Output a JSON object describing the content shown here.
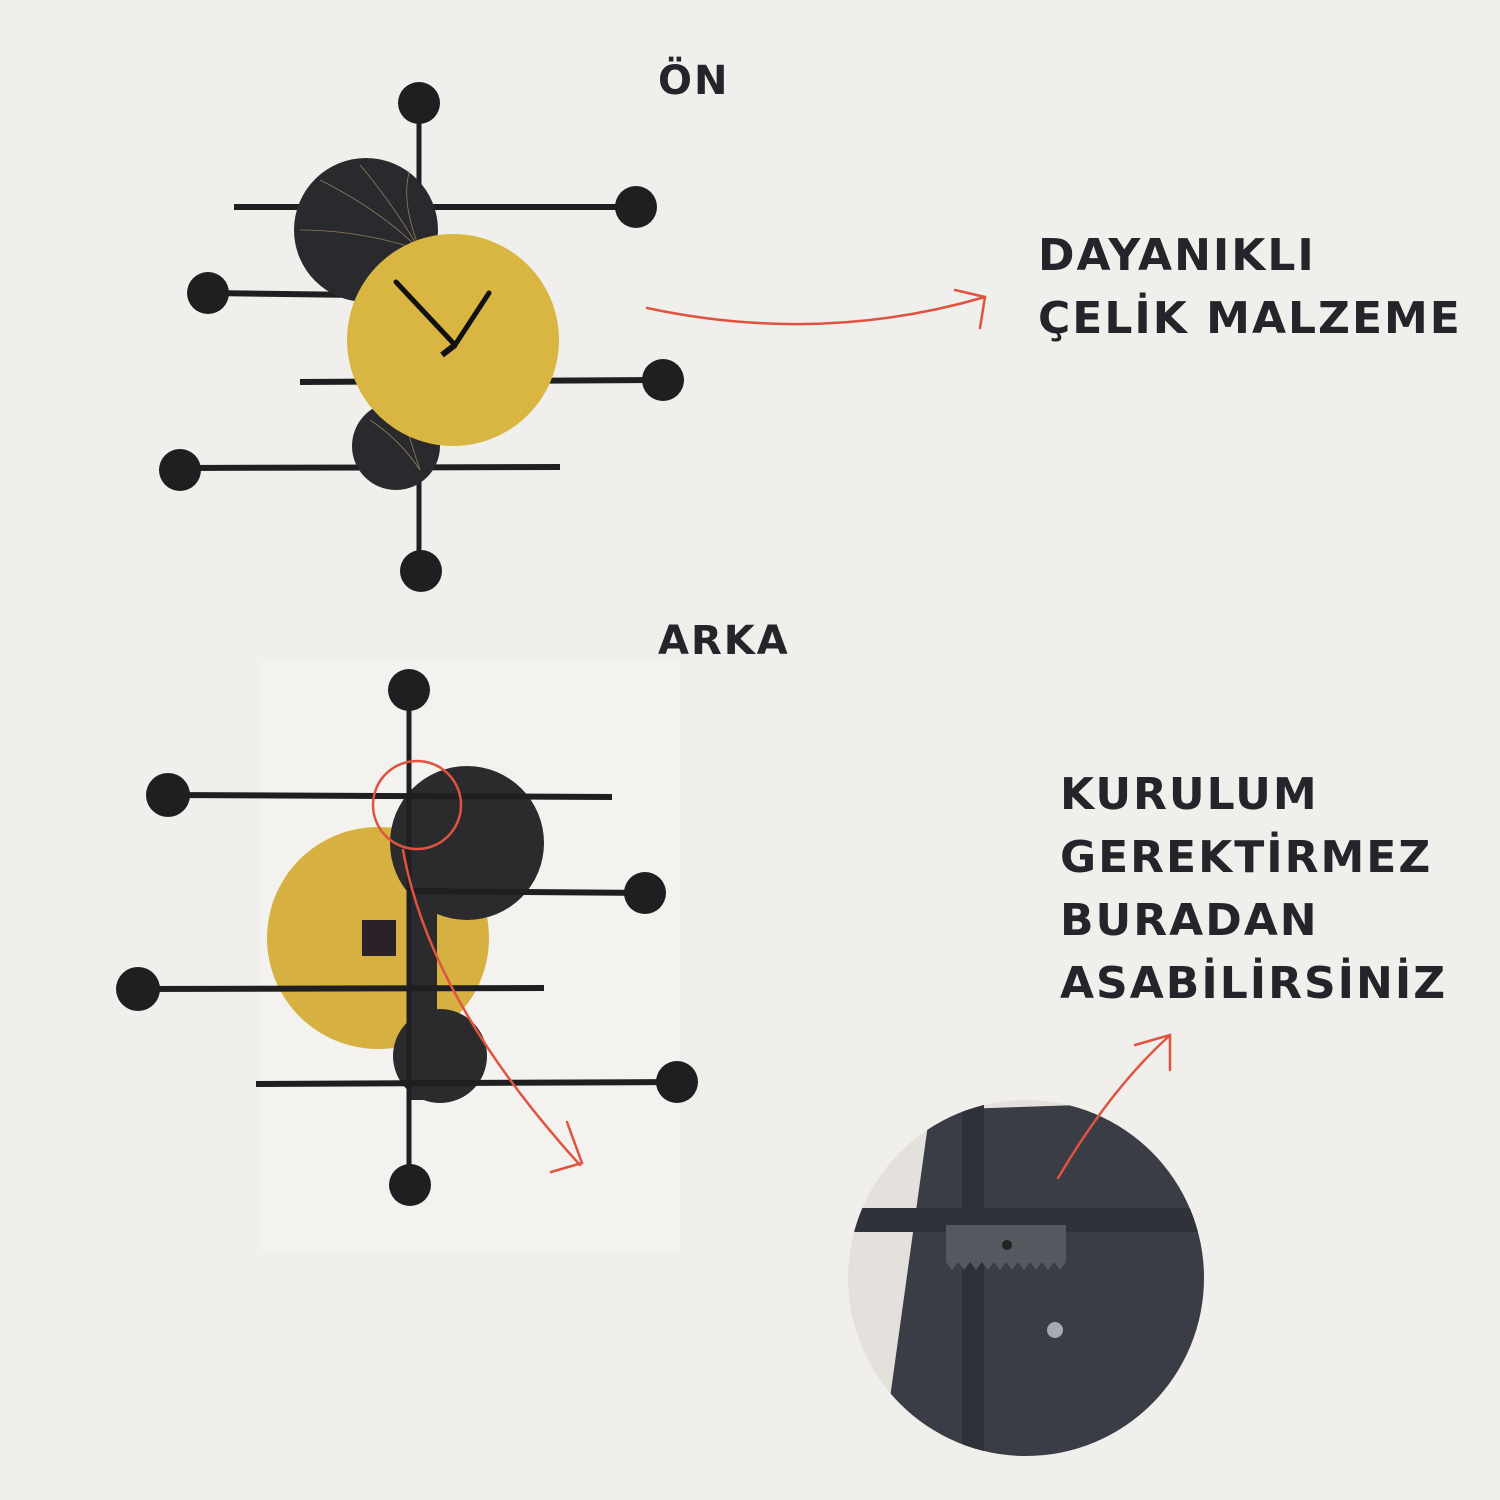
{
  "front": {
    "title": "ÖN"
  },
  "back": {
    "title": "ARKA"
  },
  "feature_material": {
    "line1": "DAYANIKLI",
    "line2": "ÇELİK MALZEME"
  },
  "feature_install": {
    "lines": [
      "KURULUM",
      "GEREKTİRMEZ",
      "BURADAN",
      "ASABİLİRSİNİZ"
    ]
  },
  "colors": {
    "background": "#f0efeb",
    "text": "#24242a",
    "gold": "#d9b642",
    "black": "#1f1f22",
    "arrow": "#e0533f"
  }
}
